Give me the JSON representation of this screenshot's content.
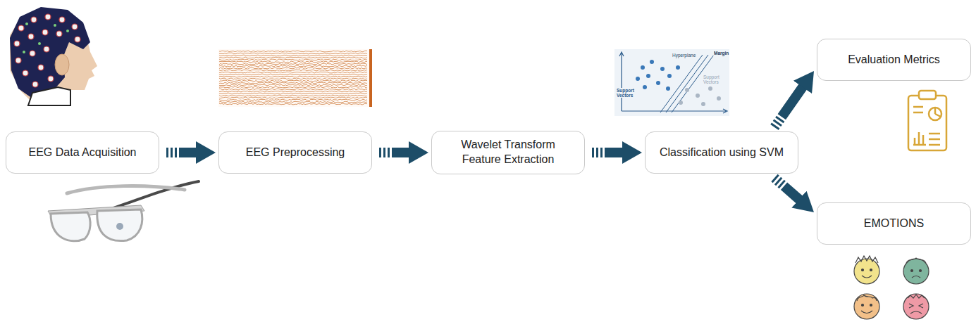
{
  "diagram": {
    "nodes": [
      {
        "text": [
          "EEG Data Acquisition"
        ]
      },
      {
        "text": [
          "EEG Preprocessing"
        ]
      },
      {
        "text": [
          "Wavelet Transform Feature Extraction"
        ]
      },
      {
        "text": [
          "Classification using SVM"
        ]
      },
      {
        "text": [
          "Evaluation Metrics"
        ]
      },
      {
        "text": [
          "EMOTIONS"
        ]
      }
    ],
    "edges": [
      {
        "from": 0,
        "to": 1,
        "arrow": "to"
      },
      {
        "from": 1,
        "to": 2,
        "arrow": "to"
      },
      {
        "from": 2,
        "to": 3,
        "arrow": "to"
      },
      {
        "from": 3,
        "to": 4,
        "arrow": "to"
      },
      {
        "from": 3,
        "to": 5,
        "arrow": "to"
      }
    ],
    "labels": [
      "Hyperplane",
      "Margin",
      "Support Vectors",
      "Support Vectors"
    ]
  }
}
